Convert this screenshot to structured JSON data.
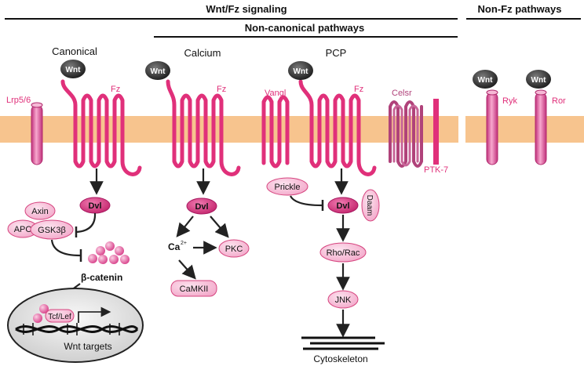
{
  "headers": {
    "wnt_fz_signaling": "Wnt/Fz signaling",
    "non_fz_pathways": "Non-Fz pathways",
    "non_canonical_pathways": "Non-canonical pathways"
  },
  "sections": {
    "canonical": "Canonical",
    "calcium": "Calcium",
    "pcp": "PCP"
  },
  "ligand": {
    "label": "Wnt"
  },
  "receptors": {
    "lrp": "Lrp5/6",
    "fz": "Fz",
    "vangl": "Vangl",
    "celsr": "Celsr",
    "ptk7": "PTK-7",
    "ryk": "Ryk",
    "ror": "Ror"
  },
  "canonical_nodes": {
    "dvl": "Dvl",
    "axin": "Axin",
    "apc": "APC",
    "gsk3b": "GSK3β",
    "beta_catenin": "β-catenin",
    "tcf_lef": "Tcf/Lef",
    "wnt_targets": "Wnt targets"
  },
  "calcium_nodes": {
    "dvl": "Dvl",
    "ca": "Ca",
    "ca_sup": "2+",
    "pkc": "PKC",
    "camkii": "CaMKII"
  },
  "pcp_nodes": {
    "prickle": "Prickle",
    "dvl": "Dvl",
    "daam": "Daam",
    "rho_rac": "Rho/Rac",
    "jnk": "JNK",
    "cytoskeleton": "Cytoskeleton"
  },
  "colors": {
    "membrane": "#f7c48e",
    "receptor": "#e0307a",
    "receptor_light": "#f06aa6",
    "celsr": "#b0427a",
    "node_fill": "#f6b8d3",
    "node_stroke": "#d6457f",
    "dvl_fill": "#d8307a",
    "wnt_fill": "#2e2e2e",
    "nucleus": "#e8e8e8"
  }
}
